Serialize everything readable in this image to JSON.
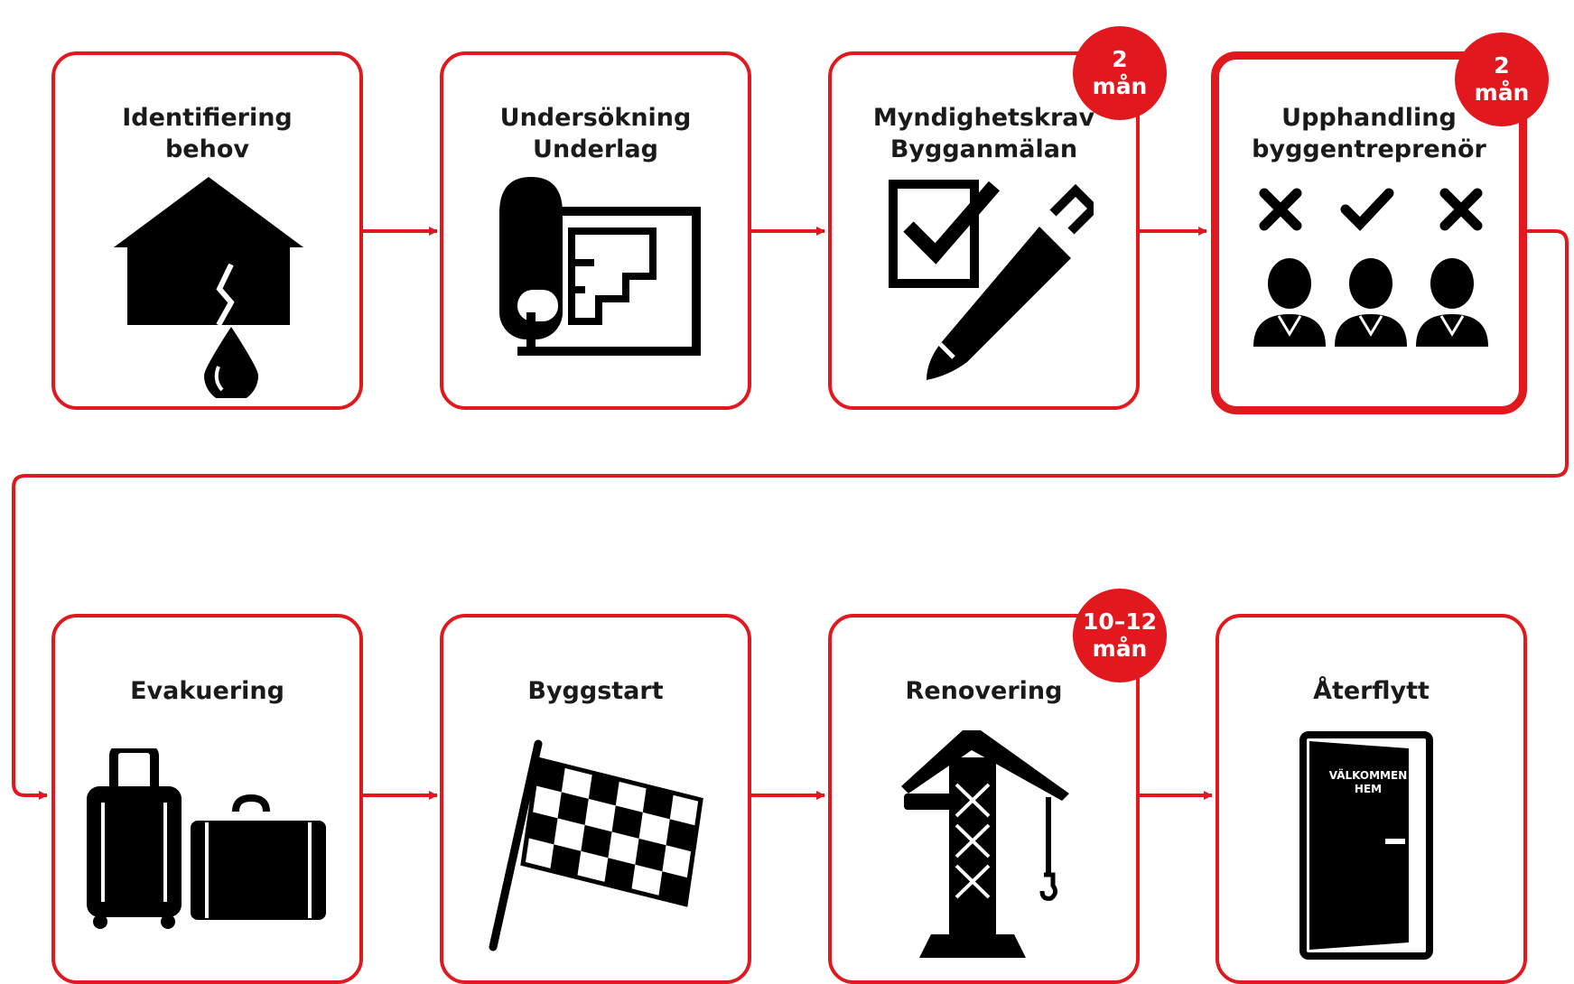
{
  "colors": {
    "accent": "#e2181f",
    "ink": "#000000"
  },
  "steps": [
    {
      "title": "Identifiering\nbehov",
      "icon": "house-leak-icon",
      "badge": ""
    },
    {
      "title": "Undersökning\nUnderlag",
      "icon": "blueprint-icon",
      "badge": ""
    },
    {
      "title": "Myndighetskrav\nBygganmälan",
      "icon": "checkbox-pen-icon",
      "badge": "2\nmån"
    },
    {
      "title": "Upphandling\nbyggentreprenör",
      "icon": "contractor-selection-icon",
      "badge": "2\nmån"
    },
    {
      "title": "Evakuering",
      "icon": "suitcases-icon",
      "badge": ""
    },
    {
      "title": "Byggstart",
      "icon": "checkered-flag-icon",
      "badge": ""
    },
    {
      "title": "Renovering",
      "icon": "tower-crane-icon",
      "badge": "10–12\nmån"
    },
    {
      "title": "Återflytt",
      "icon": "welcome-door-icon",
      "badge": "",
      "door_sign": "VÄLKOMMEN\nHEM"
    }
  ]
}
